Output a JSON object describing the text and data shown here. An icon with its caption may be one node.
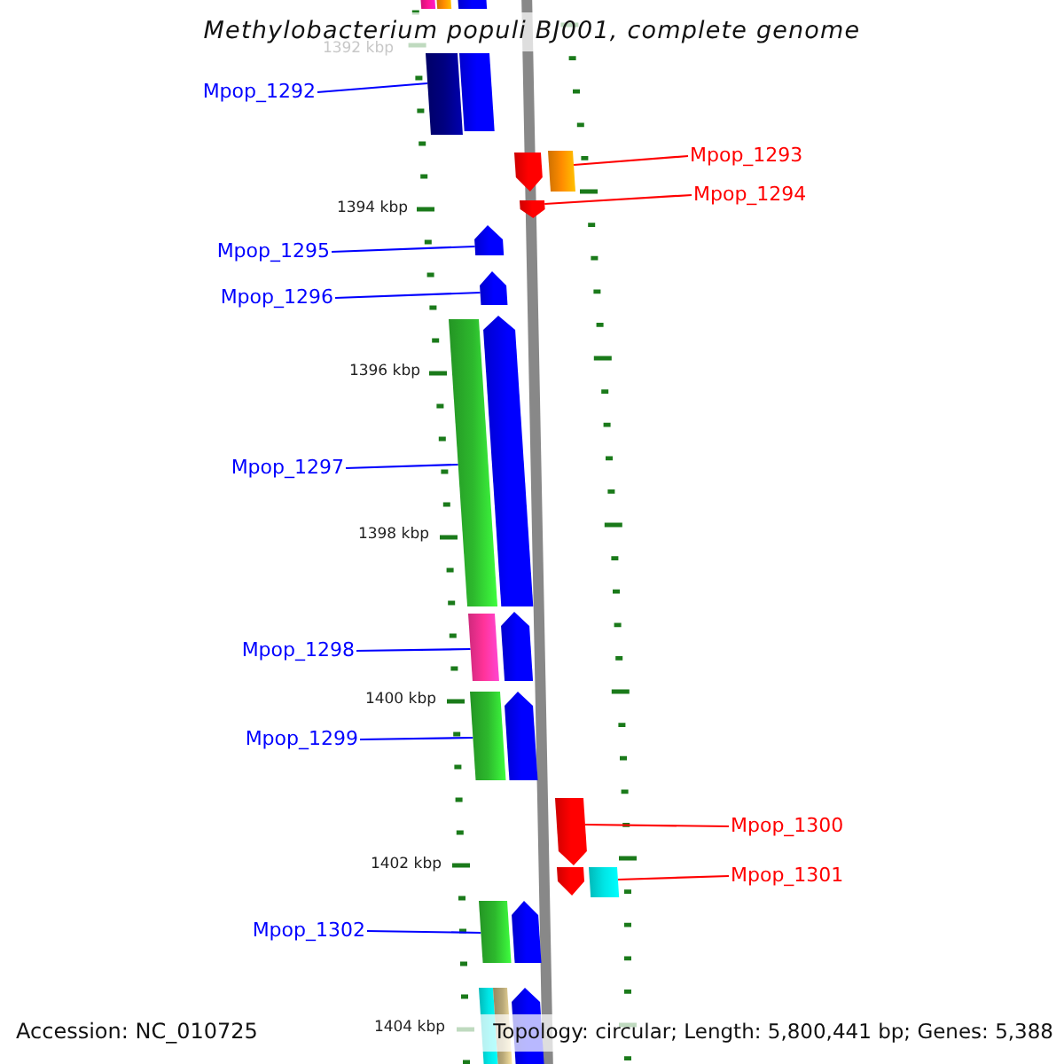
{
  "diagram": {
    "title": "Methylobacterium populi BJ001, complete genome",
    "nodes": [
      {
        "text": [],
        "shape": "bar"
      },
      {
        "text": [],
        "shape": "bar"
      },
      {
        "text": [],
        "shape": "bar"
      },
      {
        "text": [
          "Mpop_1292"
        ]
      },
      {
        "text": [],
        "shape": "bar"
      },
      {
        "text": [],
        "shape": "bar"
      },
      {
        "text": [
          "Mpop_1293"
        ]
      },
      {
        "text": [],
        "shape": "arrow"
      },
      {
        "text": [],
        "shape": "bar"
      },
      {
        "text": [
          "Mpop_1294"
        ]
      },
      {
        "text": [],
        "shape": "arrow"
      },
      {
        "text": [
          "Mpop_1295"
        ]
      },
      {
        "text": [],
        "shape": "arrow"
      },
      {
        "text": [
          "Mpop_1296"
        ]
      },
      {
        "text": [],
        "shape": "arrow"
      },
      {
        "text": [
          "Mpop_1297"
        ]
      },
      {
        "text": [],
        "shape": "bar"
      },
      {
        "text": [],
        "shape": "arrow"
      },
      {
        "text": [
          "Mpop_1298"
        ]
      },
      {
        "text": [],
        "shape": "bar"
      },
      {
        "text": [],
        "shape": "arrow"
      },
      {
        "text": [
          "Mpop_1299"
        ]
      },
      {
        "text": [],
        "shape": "bar"
      },
      {
        "text": [],
        "shape": "arrow"
      },
      {
        "text": [
          "Mpop_1300"
        ]
      },
      {
        "text": [],
        "shape": "arrow"
      },
      {
        "text": [
          "Mpop_1301"
        ]
      },
      {
        "text": [],
        "shape": "arrow"
      },
      {
        "text": [],
        "shape": "bar"
      },
      {
        "text": [
          "Mpop_1302"
        ]
      },
      {
        "text": [],
        "shape": "bar"
      },
      {
        "text": [],
        "shape": "arrow"
      },
      {
        "text": [],
        "shape": "bar"
      },
      {
        "text": [],
        "shape": "bar"
      },
      {
        "text": [],
        "shape": "arrow"
      }
    ],
    "edges": [
      {
        "from": 3,
        "to": 4,
        "arrow": "none"
      },
      {
        "from": 6,
        "to": 8,
        "arrow": "none",
        "color": "#ff0000"
      },
      {
        "from": 9,
        "to": 10,
        "arrow": "none",
        "color": "#ff0000"
      },
      {
        "from": 11,
        "to": 12,
        "arrow": "none"
      },
      {
        "from": 13,
        "to": 14,
        "arrow": "none"
      },
      {
        "from": 15,
        "to": 16,
        "arrow": "none"
      },
      {
        "from": 18,
        "to": 19,
        "arrow": "none"
      },
      {
        "from": 21,
        "to": 22,
        "arrow": "none"
      },
      {
        "from": 24,
        "to": 25,
        "arrow": "none",
        "color": "#ff0000"
      },
      {
        "from": 26,
        "to": 28,
        "arrow": "none",
        "color": "#ff0000"
      },
      {
        "from": 29,
        "to": 30,
        "arrow": "none"
      }
    ],
    "labels": [
      "1392 kbp",
      "1394 kbp",
      "1396 kbp",
      "1398 kbp",
      "1400 kbp",
      "1402 kbp",
      "1404 kbp",
      "Accession: NC_010725",
      "Topology: circular; Length: 5,800,441 bp; Genes: 5,388"
    ]
  }
}
